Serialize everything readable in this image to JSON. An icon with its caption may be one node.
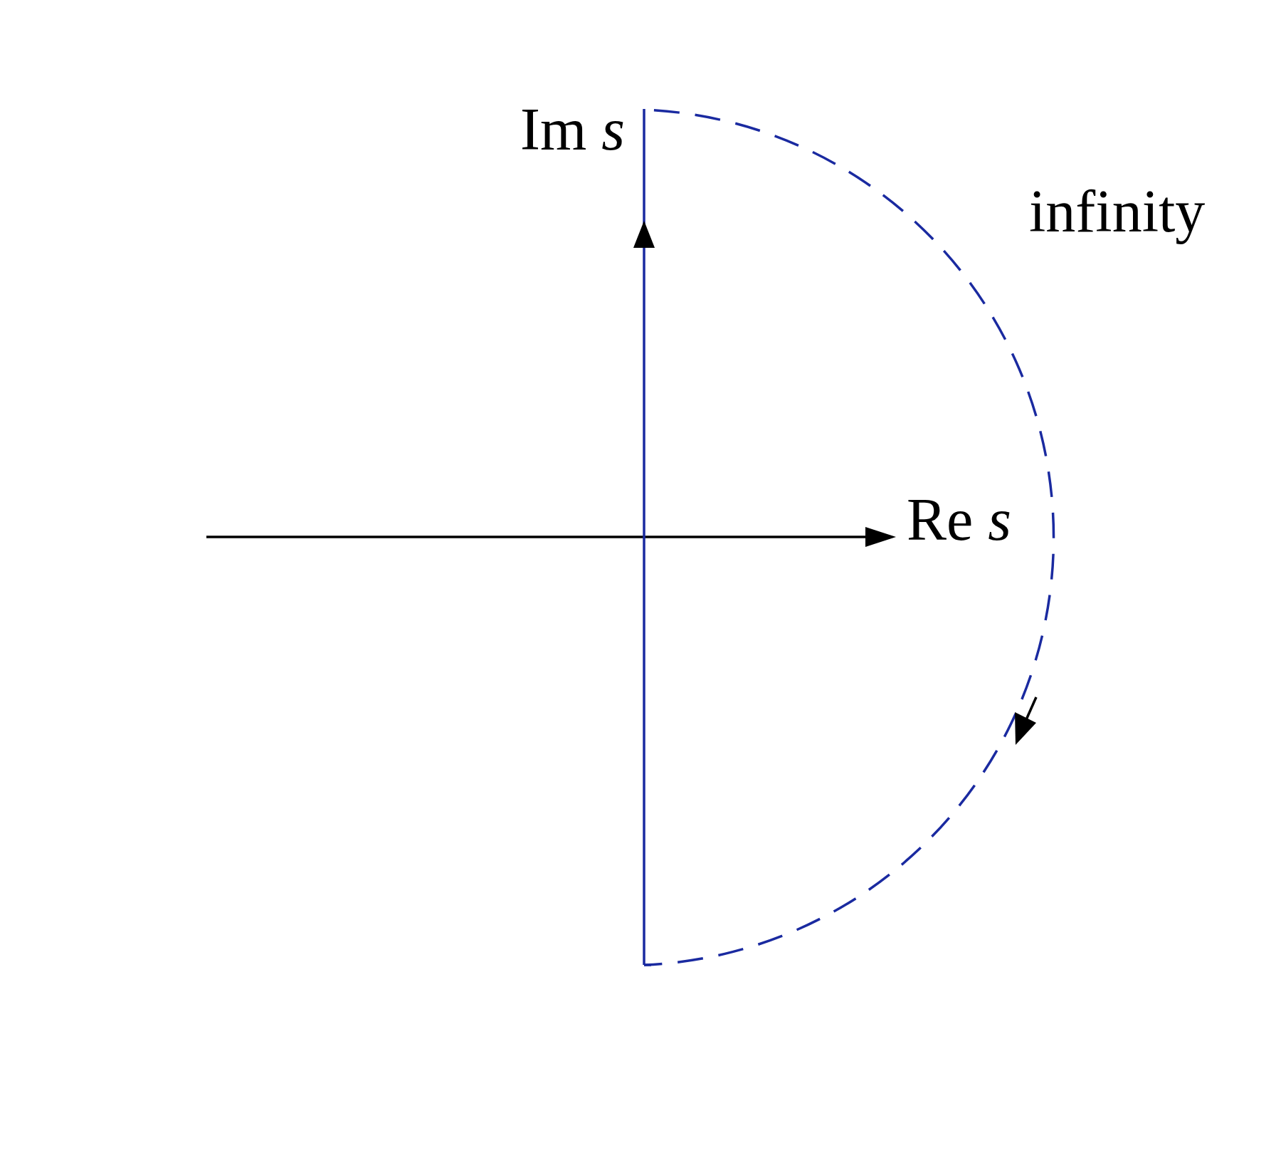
{
  "diagram": {
    "labels": [
      "Im *s*",
      "Re *s*",
      "infinity"
    ]
  }
}
